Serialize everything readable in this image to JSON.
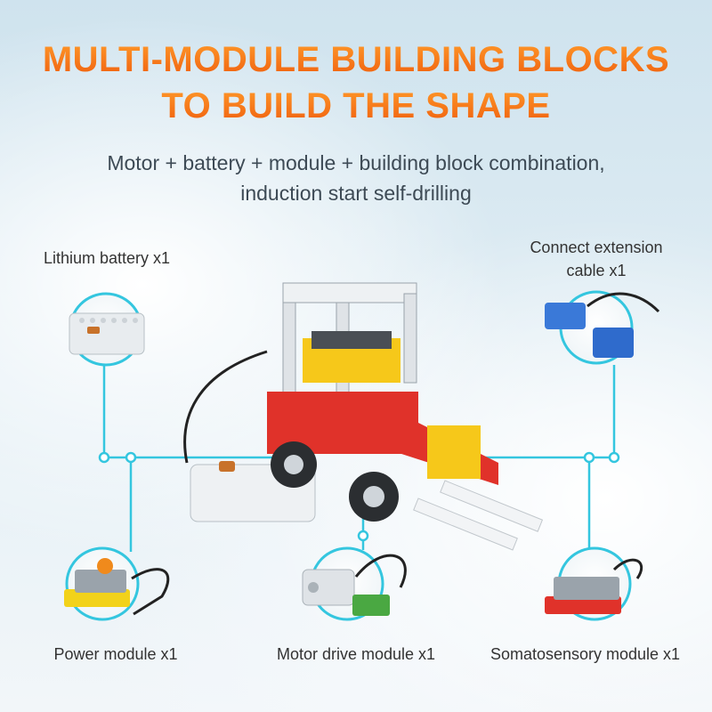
{
  "heading": {
    "line1": "MULTI-MODULE BUILDING BLOCKS",
    "line2": "TO BUILD THE SHAPE"
  },
  "subtitle": {
    "line1": "Motor + battery + module + building block combination,",
    "line2": "induction start self-drilling"
  },
  "modules": {
    "battery": "Lithium battery x1",
    "cable_line1": "Connect extension",
    "cable_line2": "cable x1",
    "power": "Power module x1",
    "motor": "Motor drive module x1",
    "somato": "Somatosensory module x1"
  },
  "colors": {
    "title_gradient_top": "#ff8a1e",
    "title_gradient_bottom": "#f06010",
    "connector": "#34c6df",
    "lego_red": "#e0322a",
    "lego_yellow": "#f6c81a",
    "lego_gray": "#e6e9ec"
  }
}
